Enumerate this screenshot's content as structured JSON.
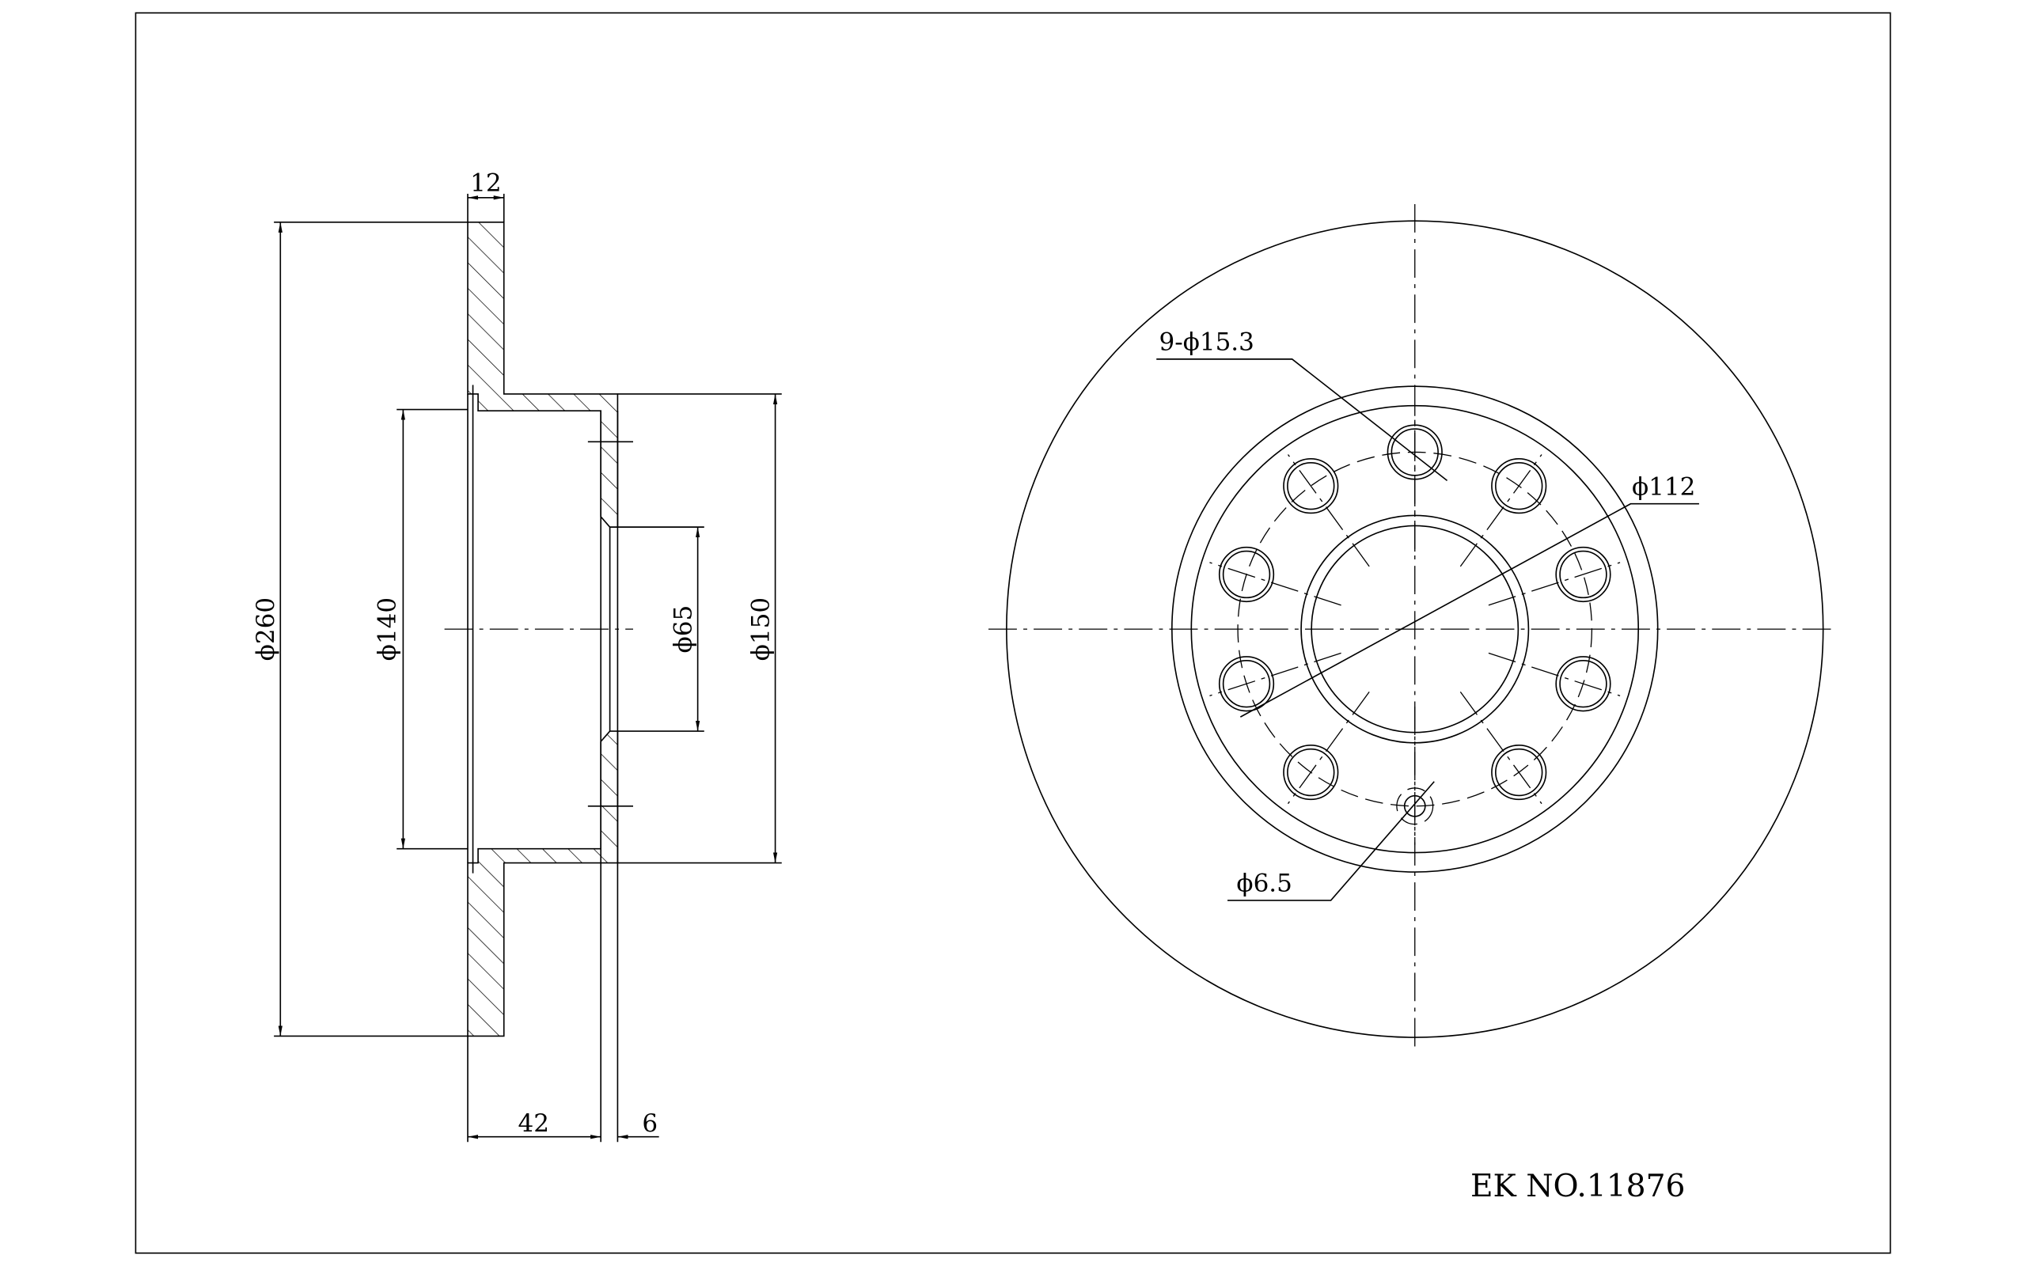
{
  "drawing": {
    "part_number": "EK NO.11876",
    "side_view": {
      "dim_thickness": "12",
      "dim_outer_diameter": "ϕ260",
      "dim_hat_inner": "ϕ140",
      "dim_center_bore": "ϕ65",
      "dim_hat_outer": "ϕ150",
      "dim_height": "42",
      "dim_hat_face": "6"
    },
    "front_view": {
      "bolt_holes": "9-ϕ15.3",
      "bolt_circle": "ϕ112",
      "pin_hole": "ϕ6.5"
    }
  }
}
